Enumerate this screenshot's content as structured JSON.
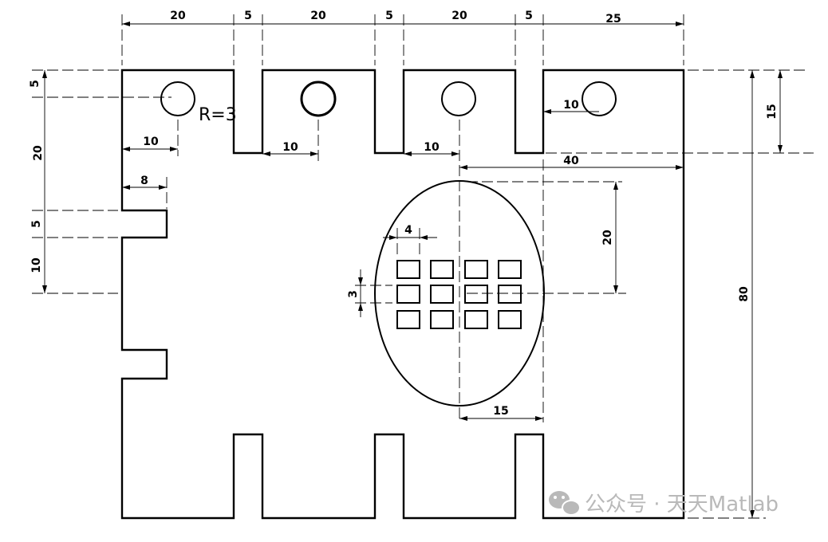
{
  "dimensions": {
    "top": [
      "20",
      "5",
      "20",
      "5",
      "20",
      "5",
      "25"
    ],
    "left": [
      "5",
      "20",
      "5",
      "10"
    ],
    "slot_depth": "15",
    "total_height": "80",
    "hole_offsets": [
      "10",
      "10",
      "10",
      "10"
    ],
    "tab_width": "8",
    "hole_radius": "R=3",
    "center_to_right": "40",
    "ellipse_half_height": "20",
    "ellipse_half_width": "15",
    "rect_width": "4",
    "rect_height": "3"
  },
  "watermark": {
    "text": "公众号 · 天天Matlab",
    "icon": "wechat-icon"
  },
  "colors": {
    "line": "#000000",
    "watermark": "#b9b9b9"
  }
}
